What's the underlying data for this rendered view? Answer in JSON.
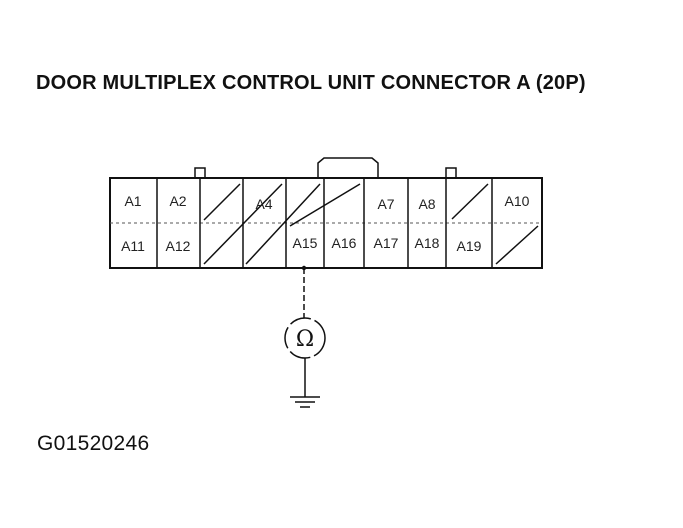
{
  "title": "DOOR MULTIPLEX CONTROL UNIT CONNECTOR A (20P)",
  "figure_code": "G01520246",
  "connector": {
    "top_row": [
      {
        "id": "A1",
        "label": "A1",
        "blank": false
      },
      {
        "id": "A2",
        "label": "A2",
        "blank": false
      },
      {
        "id": "A3",
        "label": "",
        "blank": true
      },
      {
        "id": "A4",
        "label": "A4",
        "blank": true
      },
      {
        "id": "A5",
        "label": "",
        "blank": true
      },
      {
        "id": "A6",
        "label": "",
        "blank": true
      },
      {
        "id": "A7",
        "label": "A7",
        "blank": false
      },
      {
        "id": "A8",
        "label": "A8",
        "blank": false
      },
      {
        "id": "A9",
        "label": "",
        "blank": true
      },
      {
        "id": "A10",
        "label": "A10",
        "blank": false
      }
    ],
    "bottom_row": [
      {
        "id": "A11",
        "label": "A11",
        "blank": false
      },
      {
        "id": "A12",
        "label": "A12",
        "blank": false
      },
      {
        "id": "A13",
        "label": "",
        "blank": true
      },
      {
        "id": "A14",
        "label": "",
        "blank": true
      },
      {
        "id": "A15",
        "label": "A15",
        "blank": false
      },
      {
        "id": "A16",
        "label": "A16",
        "blank": false
      },
      {
        "id": "A17",
        "label": "A17",
        "blank": false
      },
      {
        "id": "A18",
        "label": "A18",
        "blank": false
      },
      {
        "id": "A19",
        "label": "A19",
        "blank": false
      },
      {
        "id": "A20",
        "label": "",
        "blank": true
      }
    ]
  },
  "meter": {
    "symbol": "Ω",
    "type": "ohmmeter",
    "probe_pin": "A15",
    "other_lead": "ground"
  }
}
